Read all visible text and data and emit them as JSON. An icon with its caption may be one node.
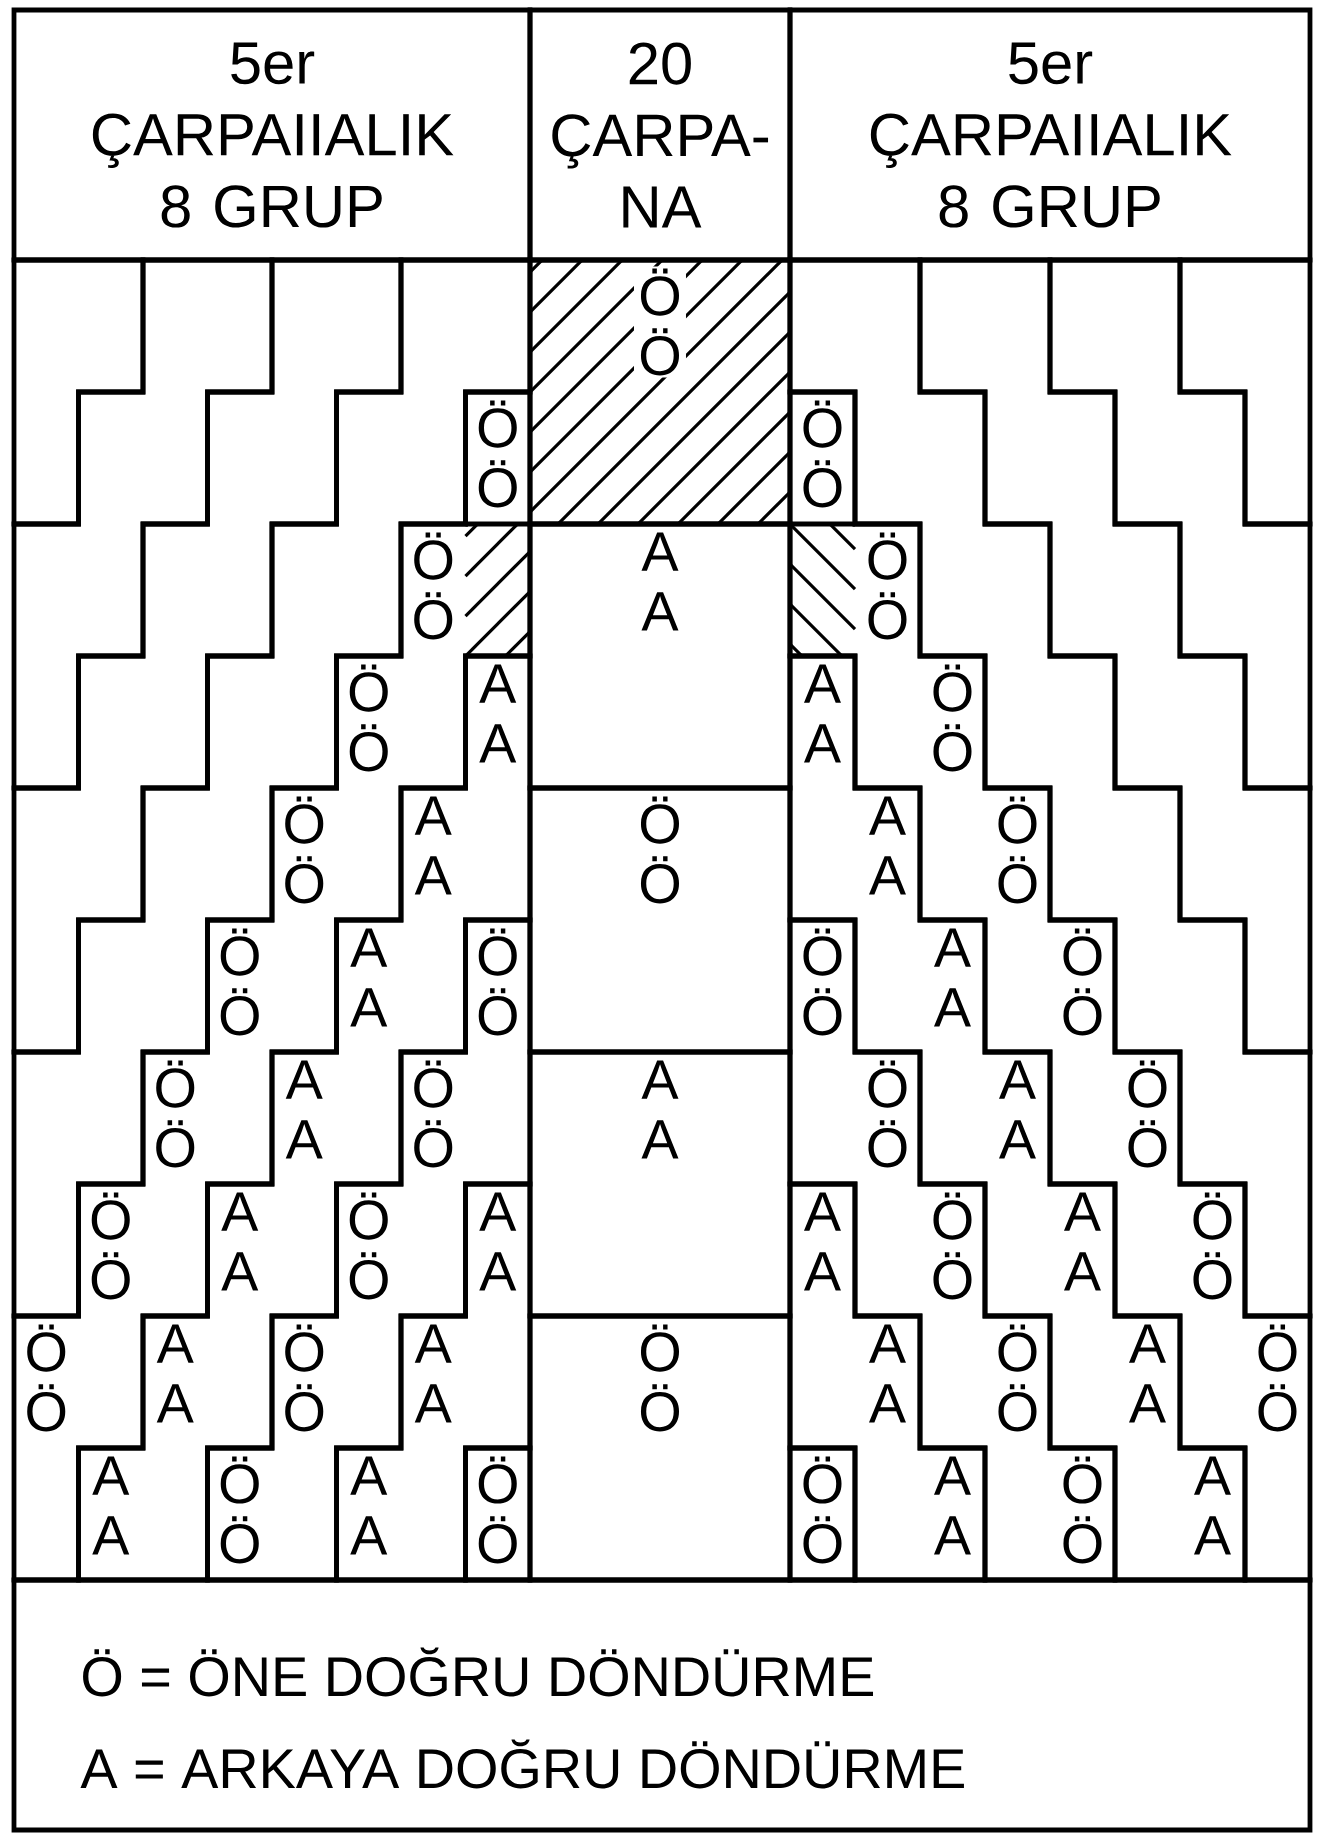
{
  "diagram": {
    "nodes": [
      {
        "text": [
          "5er ÇARPAIIALIK 8 GRUP"
        ]
      },
      {
        "text": [
          "20 ÇARPA-NA"
        ]
      },
      {
        "text": [
          "5er ÇARPAIIALIK 8 GRUP"
        ]
      },
      {
        "text": [],
        "shape": "band"
      },
      {
        "text": [],
        "shape": "band"
      },
      {
        "text": [],
        "shape": "band"
      },
      {
        "text": [],
        "shape": "band"
      },
      {
        "text": [
          "Ö Ö",
          "Ö Ö",
          "Ö Ö",
          "Ö Ö",
          "Ö Ö",
          "Ö Ö",
          "Ö Ö",
          "Ö Ö"
        ]
      },
      {
        "text": [
          "A A",
          "A A",
          "A A",
          "A A",
          "A A",
          "A A",
          "A A"
        ]
      },
      {
        "text": [
          "Ö Ö",
          "Ö Ö",
          "Ö Ö",
          "Ö Ö",
          "Ö Ö"
        ]
      },
      {
        "text": [
          "A A",
          "A A",
          "A A"
        ]
      },
      {
        "text": [
          "Ö Ö"
        ]
      },
      {
        "text": [
          "Ö Ö"
        ]
      },
      {
        "text": [
          "A A"
        ]
      },
      {
        "text": [
          "Ö Ö"
        ]
      },
      {
        "text": [
          "A A"
        ]
      },
      {
        "text": [
          "Ö Ö"
        ]
      },
      {
        "text": [],
        "shape": "band"
      },
      {
        "text": [],
        "shape": "band"
      },
      {
        "text": [],
        "shape": "band"
      },
      {
        "text": [],
        "shape": "band"
      },
      {
        "text": [
          "Ö Ö",
          "Ö Ö",
          "Ö Ö",
          "Ö Ö",
          "Ö Ö",
          "Ö Ö",
          "Ö Ö",
          "Ö Ö"
        ]
      },
      {
        "text": [
          "A A",
          "A A",
          "A A",
          "A A",
          "A A",
          "A A",
          "A A"
        ]
      },
      {
        "text": [
          "Ö Ö",
          "Ö Ö",
          "Ö Ö",
          "Ö Ö",
          "Ö Ö"
        ]
      },
      {
        "text": [
          "A A",
          "A A",
          "A A"
        ]
      },
      {
        "text": [
          "Ö Ö"
        ]
      },
      {
        "text": [
          "Ö = ÖNE DOĞRU DÖNDÜRME",
          "A = ARKAYA DOĞRU DÖNDÜRME"
        ]
      }
    ]
  }
}
